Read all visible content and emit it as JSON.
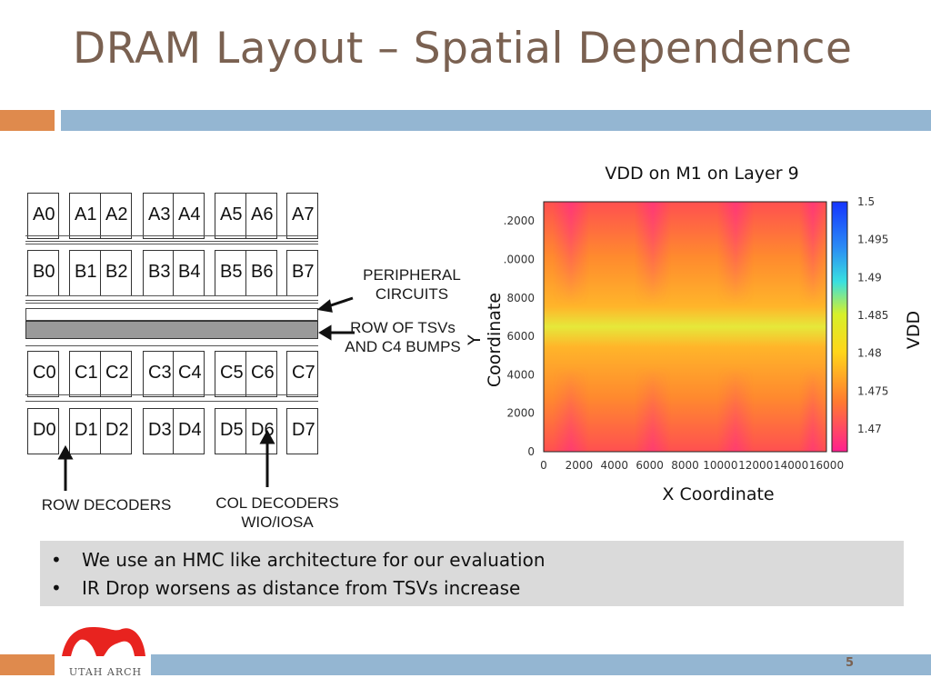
{
  "slide": {
    "title": "DRAM Layout – Spatial Dependence",
    "page_number": "5"
  },
  "dram": {
    "banks": [
      [
        "A0",
        "A1",
        "A2",
        "A3",
        "A4",
        "A5",
        "A6",
        "A7"
      ],
      [
        "B0",
        "B1",
        "B2",
        "B3",
        "B4",
        "B5",
        "B6",
        "B7"
      ],
      [
        "C0",
        "C1",
        "C2",
        "C3",
        "C4",
        "C5",
        "C6",
        "C7"
      ],
      [
        "D0",
        "D1",
        "D2",
        "D3",
        "D4",
        "D5",
        "D6",
        "D7"
      ]
    ],
    "labels": {
      "peripheral_line1": "PERIPHERAL",
      "peripheral_line2": "CIRCUITS",
      "tsv_line1": "ROW OF TSVs",
      "tsv_line2": "AND C4 BUMPS",
      "row_decoders": "ROW DECODERS",
      "col_line1": "COL DECODERS",
      "col_line2": "WIO/IOSA"
    }
  },
  "chart_data": {
    "type": "heatmap",
    "title": "VDD on M1 on Layer 9",
    "xlabel": "X Coordinate",
    "ylabel": "Y Coordinate",
    "colorbar_label": "VDD",
    "xlim": [
      0,
      16000
    ],
    "ylim": [
      0,
      13000
    ],
    "x_ticks": [
      "0",
      "2000",
      "4000",
      "6000",
      "8000",
      "10000",
      "12000",
      "14000",
      "16000"
    ],
    "y_ticks": [
      "0",
      "2000",
      "4000",
      "6000",
      "8000",
      ".0000",
      ".2000"
    ],
    "colorbar_range": [
      1.467,
      1.5
    ],
    "colorbar_ticks": [
      "1.47",
      "1.475",
      "1.48",
      "1.485",
      "1.49",
      "1.495",
      "1.5"
    ],
    "notes": "Highest VDD (yellow) along horizontal band near Y≈6500 (TSV row); vertical low-VDD (pink) streaks at X≈1000, 5700, 10400, 15000 near top and bottom edges"
  },
  "bullets": [
    "We use an HMC like architecture for our evaluation",
    "IR Drop worsens as distance from TSVs increase"
  ],
  "logo": {
    "text": "UTAH ARCH",
    "color": "#e8231f"
  },
  "colors": {
    "title": "#7a6151",
    "accent_orange": "#df8a4d",
    "accent_blue": "#94b6d2",
    "bullet_bg": "#dadada"
  }
}
